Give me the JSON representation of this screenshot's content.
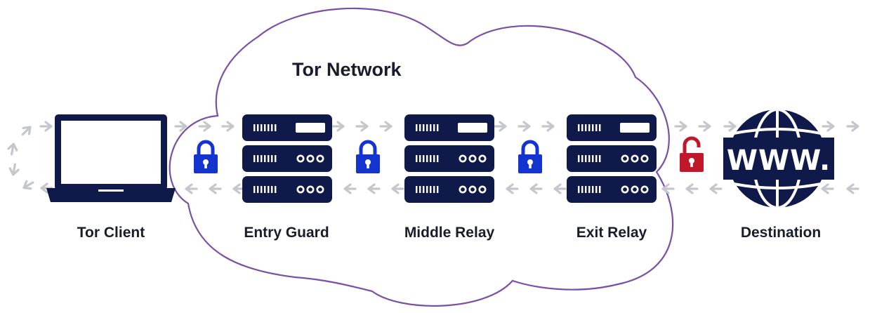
{
  "network_title": "Tor Network",
  "nodes": {
    "client": {
      "label": "Tor Client",
      "icon": "laptop-icon"
    },
    "entry": {
      "label": "Entry Guard",
      "icon": "server-icon"
    },
    "middle": {
      "label": "Middle Relay",
      "icon": "server-icon"
    },
    "exit": {
      "label": "Exit Relay",
      "icon": "server-icon"
    },
    "destination": {
      "label": "Destination",
      "icon": "globe-icon",
      "globe_text": "WWW."
    }
  },
  "locks": [
    {
      "between": "client-entry",
      "state": "locked",
      "icon": "lock-icon"
    },
    {
      "between": "entry-middle",
      "state": "locked",
      "icon": "lock-icon"
    },
    {
      "between": "middle-exit",
      "state": "locked",
      "icon": "lock-icon"
    },
    {
      "between": "exit-destination",
      "state": "unlocked",
      "icon": "unlocked-lock-icon"
    }
  ],
  "colors": {
    "navy": "#0f1a4b",
    "cloud_outline": "#7a4fa5",
    "lock_blue": "#1434d0",
    "lock_red": "#c0182a",
    "arrow_gray": "#c5c7cc",
    "label": "#1a1c2c"
  }
}
